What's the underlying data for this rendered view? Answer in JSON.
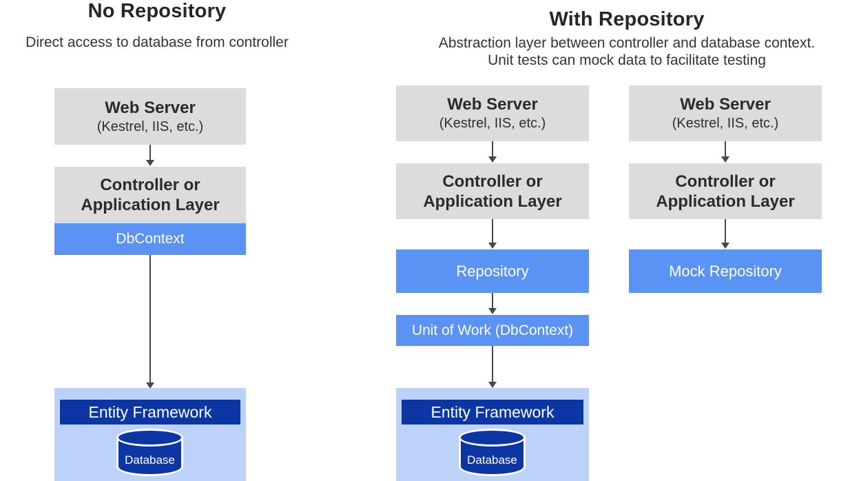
{
  "left_section": {
    "title": "No Repository",
    "subtitle": "Direct access to database from controller"
  },
  "right_section": {
    "title": "With Repository",
    "subtitle_line1": "Abstraction layer between controller and database context.",
    "subtitle_line2": "Unit tests can mock data to facilitate testing"
  },
  "boxes": {
    "web_server_title": "Web Server",
    "web_server_subtitle": "(Kestrel, IIS, etc.)",
    "controller_line1": "Controller or",
    "controller_line2": "Application Layer",
    "dbcontext_label": "DbContext",
    "repository_label": "Repository",
    "unit_of_work_label": "Unit of Work (DbContext)",
    "mock_repository_label": "Mock Repository",
    "entity_framework_label": "Entity Framework",
    "database_label": "Database"
  },
  "colors": {
    "gray_box": "#dcdcdc",
    "accent_blue": "#5b93f5",
    "dark_blue": "#0c36a4",
    "light_blue_container": "#bdd2f9",
    "arrow": "#474747",
    "heading_text": "#262626"
  }
}
